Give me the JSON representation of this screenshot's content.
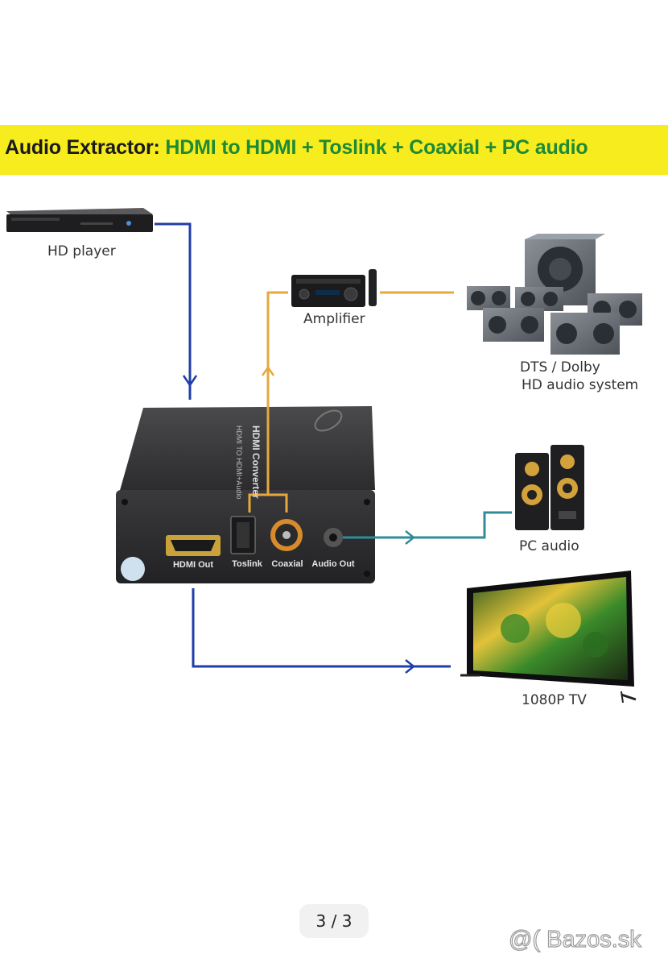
{
  "banner": {
    "title_prefix": "Audio Extractor: ",
    "title_rest": "HDMI to HDMI + Toslink + Coaxial + PC audio"
  },
  "devices": {
    "hd_player": "HD player",
    "amplifier": "Amplifier",
    "speaker_system_line1": "DTS / Dolby",
    "speaker_system_line2": "HD audio system",
    "pc_audio": "PC audio",
    "tv": "1080P TV"
  },
  "converter": {
    "title": "HDMI Converter",
    "subtitle": "HDMI TO HDMI+Audio",
    "ports": {
      "hdmi_out": "HDMI Out",
      "toslink": "Toslink",
      "coaxial": "Coaxial",
      "audio_out": "Audio Out"
    }
  },
  "colors": {
    "banner_bg": "#f7ec1e",
    "banner_green": "#1f8a36",
    "hdmi_line": "#1f3fa8",
    "amp_line": "#e8a93c",
    "pc_line": "#2f8c9a"
  },
  "pager": {
    "label": "3 / 3"
  },
  "watermark": {
    "text": "@( Bazos.sk"
  }
}
